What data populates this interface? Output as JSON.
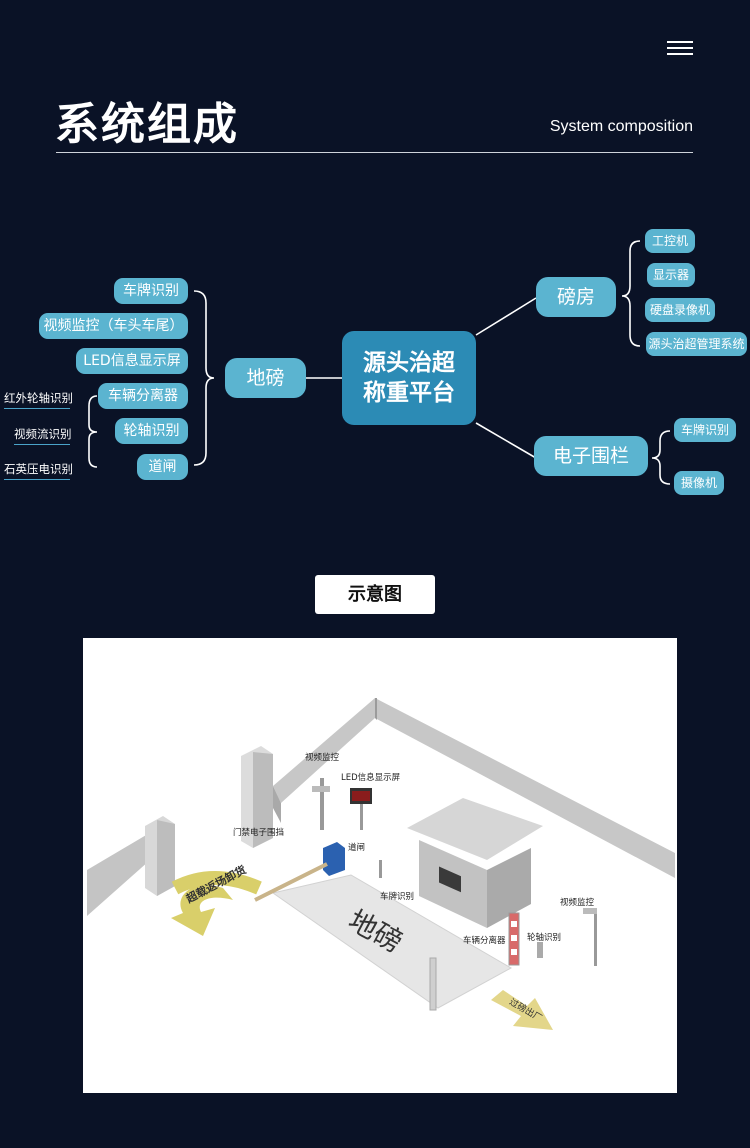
{
  "header": {
    "title": "系统组成",
    "subtitle": "System composition"
  },
  "diagram": {
    "center_line1": "源头治超",
    "center_line2": "称重平台",
    "left_hub": "地磅",
    "left_items": [
      "车牌识别",
      "视频监控（车头车尾）",
      "LED信息显示屏",
      "车辆分离器",
      "轮轴识别",
      "道闸"
    ],
    "left_sub_items": [
      "红外轮轴识别",
      "视频流识别",
      "石英压电识别"
    ],
    "right_hub_top": "磅房",
    "right_top_items": [
      "工控机",
      "显示器",
      "硬盘录像机",
      "源头治超管理系统"
    ],
    "right_hub_bottom": "电子围栏",
    "right_bottom_items": [
      "车牌识别",
      "摄像机"
    ]
  },
  "legend_button": "示意图",
  "scene": {
    "labels": {
      "video_top": "视频监控",
      "led": "LED信息显示屏",
      "gate_fence": "门禁电子围挡",
      "barrier": "道闸",
      "plate": "车牌识别",
      "separator": "车辆分离器",
      "axle": "轮轴识别",
      "video_right": "视频监控",
      "scale": "地磅",
      "arrow_left": "超载返场卸货",
      "arrow_right": "过磅出厂"
    }
  }
}
